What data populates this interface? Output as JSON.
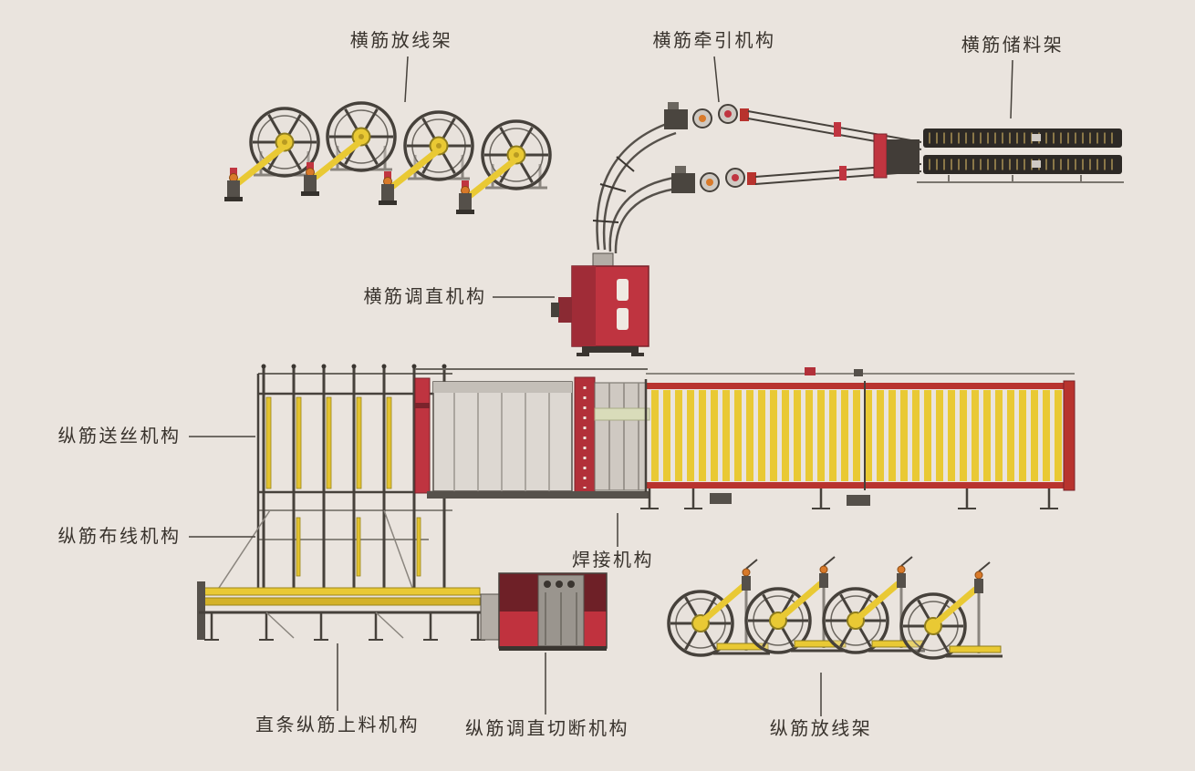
{
  "diagram": {
    "type": "machine-layout-diagram",
    "labels": [
      {
        "id": "cross-bar-payoff-rack",
        "text": "横筋放线架"
      },
      {
        "id": "cross-bar-traction-mechanism",
        "text": "横筋牵引机构"
      },
      {
        "id": "cross-bar-storage-rack",
        "text": "横筋储料架"
      },
      {
        "id": "cross-bar-straightening-mechanism",
        "text": "横筋调直机构"
      },
      {
        "id": "longitudinal-wire-feed-mechanism",
        "text": "纵筋送丝机构"
      },
      {
        "id": "longitudinal-wire-laying-mechanism",
        "text": "纵筋布线机构"
      },
      {
        "id": "welding-mechanism",
        "text": "焊接机构"
      },
      {
        "id": "straight-bar-loading-mechanism",
        "text": "直条纵筋上料机构"
      },
      {
        "id": "longitudinal-straightening-cutting-mechanism",
        "text": "纵筋调直切断机构"
      },
      {
        "id": "longitudinal-payoff-rack",
        "text": "纵筋放线架"
      }
    ],
    "colors": {
      "background": "#eae4de",
      "machine_red": "#bf3440",
      "machine_dark_red": "#6e2027",
      "machine_yellow": "#e9c934",
      "accent_orange": "#d97a2a",
      "frame_dark": "#46413b",
      "label_text": "#39332d"
    }
  }
}
